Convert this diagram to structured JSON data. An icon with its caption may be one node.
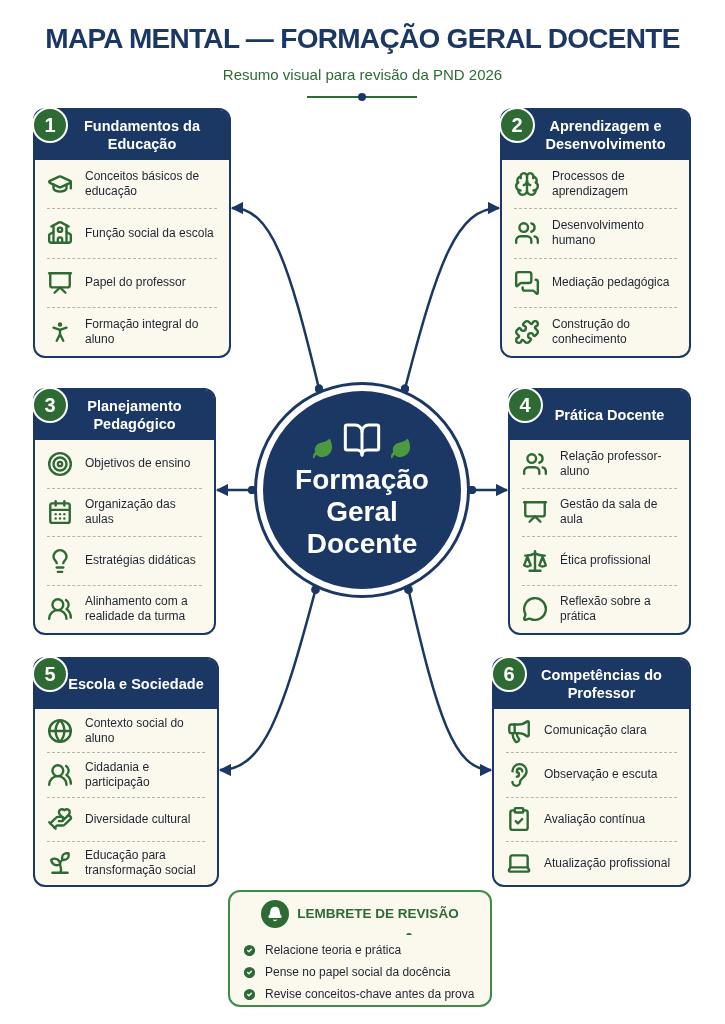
{
  "diagram": {
    "title": "MAPA MENTAL — FORMAÇÃO GERAL DOCENTE",
    "nodes": [
      {
        "text": [
          "Fundamentos da Educação"
        ]
      },
      {
        "text": [
          "1"
        ],
        "in": 0
      },
      {
        "text": [
          "Conceitos básicos de educação"
        ],
        "in": 0
      },
      {
        "text": [
          "Função social da escola"
        ],
        "in": 0
      },
      {
        "text": [
          "Papel do professor"
        ],
        "in": 0
      },
      {
        "text": [
          "Formação integral do aluno"
        ],
        "in": 0
      },
      {
        "text": [
          "Aprendizagem e Desenvolvimento"
        ]
      },
      {
        "text": [
          "2"
        ],
        "in": 6
      },
      {
        "text": [
          "Processos de aprendizagem"
        ],
        "in": 6
      },
      {
        "text": [
          "Desenvolvimento humano"
        ],
        "in": 6
      },
      {
        "text": [
          "Mediação pedagógica"
        ],
        "in": 6
      },
      {
        "text": [
          "Construção do conhecimento"
        ],
        "in": 6
      },
      {
        "text": [
          "Planejamento Pedagógico"
        ]
      },
      {
        "text": [
          "3"
        ],
        "in": 12
      },
      {
        "text": [
          "Objetivos de ensino"
        ],
        "in": 12
      },
      {
        "text": [
          "Organização das aulas"
        ],
        "in": 12
      },
      {
        "text": [
          "Estratégias didáticas"
        ],
        "in": 12
      },
      {
        "text": [
          "Alinhamento com a realidade da turma"
        ],
        "in": 12
      },
      {
        "text": [
          "Prática Docente"
        ]
      },
      {
        "text": [
          "4"
        ],
        "in": 18
      },
      {
        "text": [
          "Relação professor-aluno"
        ],
        "in": 18
      },
      {
        "text": [
          "Gestão da sala de aula"
        ],
        "in": 18
      },
      {
        "text": [
          "Ética profissional"
        ],
        "in": 18
      },
      {
        "text": [
          "Reflexão sobre a prática"
        ],
        "in": 18
      },
      {
        "text": [
          "Escola e Sociedade"
        ]
      },
      {
        "text": [
          "5"
        ],
        "in": 24
      },
      {
        "text": [
          "Contexto social do aluno"
        ],
        "in": 24
      },
      {
        "text": [
          "Cidadania e participação"
        ],
        "in": 24
      },
      {
        "text": [
          "Diversidade cultural"
        ],
        "in": 24
      },
      {
        "text": [
          "Educação para transformação social"
        ],
        "in": 24
      },
      {
        "text": [
          "Competências do Professor"
        ]
      },
      {
        "text": [
          "6"
        ],
        "in": 30
      },
      {
        "text": [
          "Comunicação clara"
        ],
        "in": 30
      },
      {
        "text": [
          "Observação e escuta"
        ],
        "in": 30
      },
      {
        "text": [
          "Avaliação contínua"
        ],
        "in": 30
      },
      {
        "text": [
          "Atualização profissional"
        ],
        "in": 30
      },
      {
        "text": [
          "Formação Geral Docente"
        ]
      },
      {
        "text": [
          "LEMBRETE DE REVISÃO",
          "Relacione teoria e prática",
          "Pense no papel social da docência",
          "Revise conceitos-chave antes da prova"
        ]
      }
    ],
    "edges": [
      {
        "from": 36,
        "to": 0,
        "arrow": "to"
      },
      {
        "from": 36,
        "to": 6,
        "arrow": "to"
      },
      {
        "from": 36,
        "to": 12,
        "arrow": "to"
      },
      {
        "from": 36,
        "to": 18,
        "arrow": "to"
      },
      {
        "from": 36,
        "to": 24,
        "arrow": "to"
      },
      {
        "from": 36,
        "to": 30,
        "arrow": "to"
      }
    ],
    "labels": [
      "Resumo visual para revisão da PND 2026"
    ]
  }
}
